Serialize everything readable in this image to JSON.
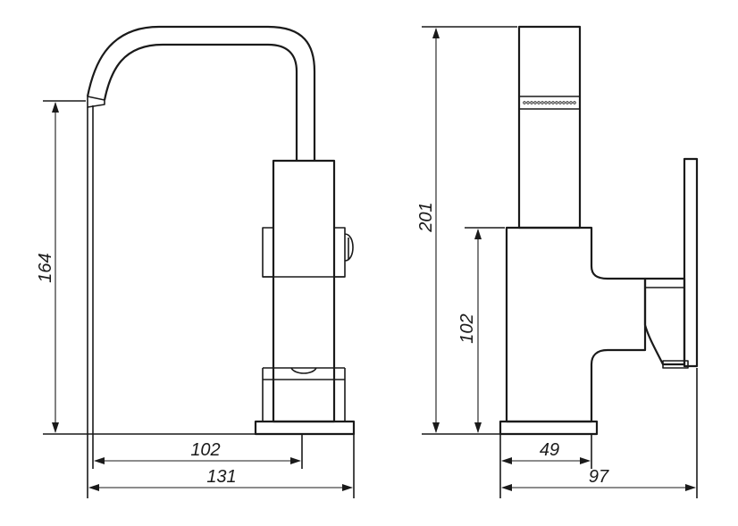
{
  "drawing": {
    "front_view": {
      "dims": {
        "height": "164",
        "spout_reach": "102",
        "total_width": "131"
      }
    },
    "side_view": {
      "dims": {
        "total_height": "201",
        "body_height": "102",
        "base_depth": "49",
        "total_depth": "97"
      }
    }
  }
}
